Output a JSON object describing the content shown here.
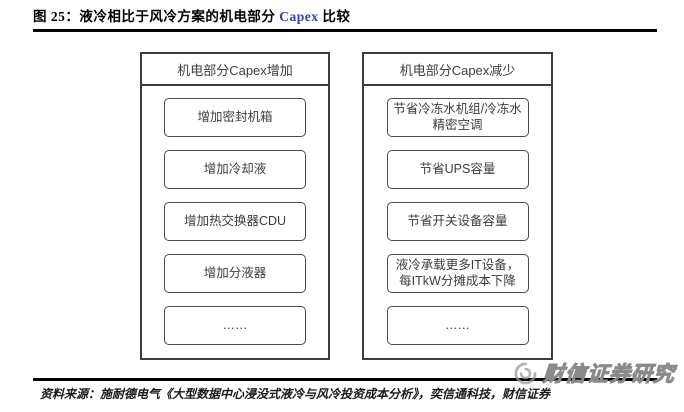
{
  "figure": {
    "title": {
      "prefix": "图 25：",
      "main": "液冷相比于风冷方案的机电部分 ",
      "highlight": "Capex",
      "suffix": " 比较"
    },
    "source_label": "资料来源：",
    "source_text": "施耐德电气《大型数据中心浸没式液冷与风冷投资成本分析》，奕信通科技，财信证券"
  },
  "diagram": {
    "left_panel": {
      "header": "机电部分Capex增加",
      "items": [
        "增加密封机箱",
        "增加冷却液",
        "增加热交换器CDU",
        "增加分液器",
        "……"
      ]
    },
    "right_panel": {
      "header": "机电部分Capex减少",
      "items": [
        "节省冷冻水机组/冷冻水\n精密空调",
        "节省UPS容量",
        "节省开关设备容量",
        "液冷承载更多IT设备，\n每ITkW分摊成本下降",
        "……"
      ]
    }
  },
  "watermark": {
    "logo": "swirl-logo",
    "text": "财信证券研究"
  },
  "colors": {
    "title_latin_blue": "#2846a5",
    "panel_border": "#3d3d3d",
    "item_border": "#4a4a4a",
    "rule_black": "#000000",
    "diagram_text": "#3d3d3d",
    "watermark_gray": "#8a8a8a"
  }
}
